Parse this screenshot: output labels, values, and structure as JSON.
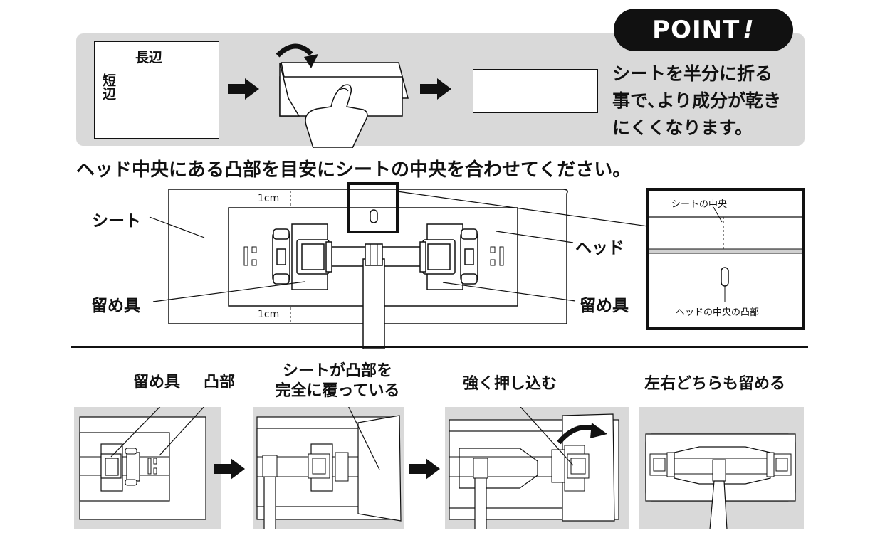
{
  "top_panel": {
    "long_side_label": "長辺",
    "short_side_label": "短辺",
    "point_badge": "POINT",
    "point_exclaim": "!",
    "point_lines": [
      "シートを半分に折る",
      "事で､より成分が乾き",
      "にくくなります。"
    ]
  },
  "instruction": "ヘッド中央にある凸部を目安にシートの中央を合わせてください。",
  "middle_diagram": {
    "label_sheet": "シート",
    "label_head": "ヘッド",
    "label_clip_left": "留め具",
    "label_clip_right": "留め具",
    "margin_top": "1cm",
    "margin_bottom": "1cm",
    "zoom_sheet_center": "シートの中央",
    "zoom_head_bump": "ヘッドの中央の凸部"
  },
  "steps": [
    {
      "caption_line1": "留め具",
      "caption_line2": "凸部"
    },
    {
      "caption_line1": "シートが凸部を",
      "caption_line2": "完全に覆っている"
    },
    {
      "caption_line1": "強く押し込む"
    },
    {
      "caption_line1": "左右どちらも留める"
    }
  ]
}
